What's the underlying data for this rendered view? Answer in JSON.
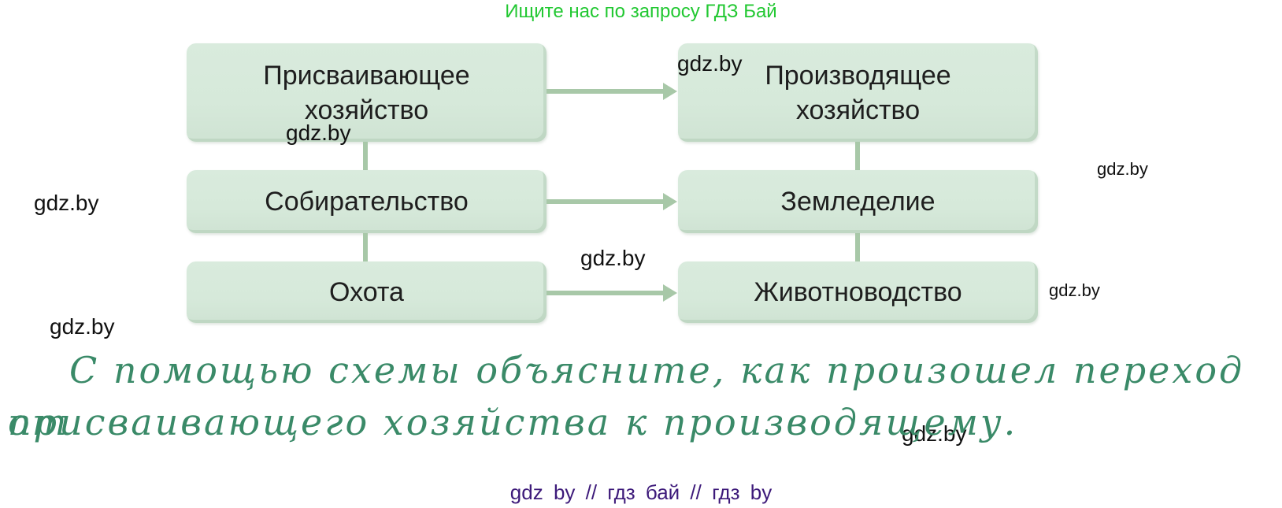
{
  "banner": {
    "text": "Ищите нас по запросу ГДЗ Бай",
    "color": "#22c832"
  },
  "diagram": {
    "left_column": [
      {
        "line1": "Присваивающее",
        "line2": "хозяйство"
      },
      {
        "line1": "Собирательство"
      },
      {
        "line1": "Охота"
      }
    ],
    "right_column": [
      {
        "line1": "Производящее",
        "line2": "хозяйство"
      },
      {
        "line1": "Земледелие"
      },
      {
        "line1": "Животноводство"
      }
    ],
    "box_color": "#d7eadb",
    "connector_color": "#a8c8a8"
  },
  "task": {
    "line1": "С помощью схемы объясните, как произошел переход от",
    "line2": "присваивающего хозяйства к производящему.",
    "color": "#3a8a68"
  },
  "watermarks": [
    "gdz.by",
    "gdz.by",
    "gdz.by",
    "gdz.by",
    "gdz.by",
    "gdz.by",
    "gdz.by",
    "gdz.by"
  ],
  "footer": {
    "text": "gdz by  //  гдз бай  //  гдз by",
    "color": "#3d1a7a"
  }
}
